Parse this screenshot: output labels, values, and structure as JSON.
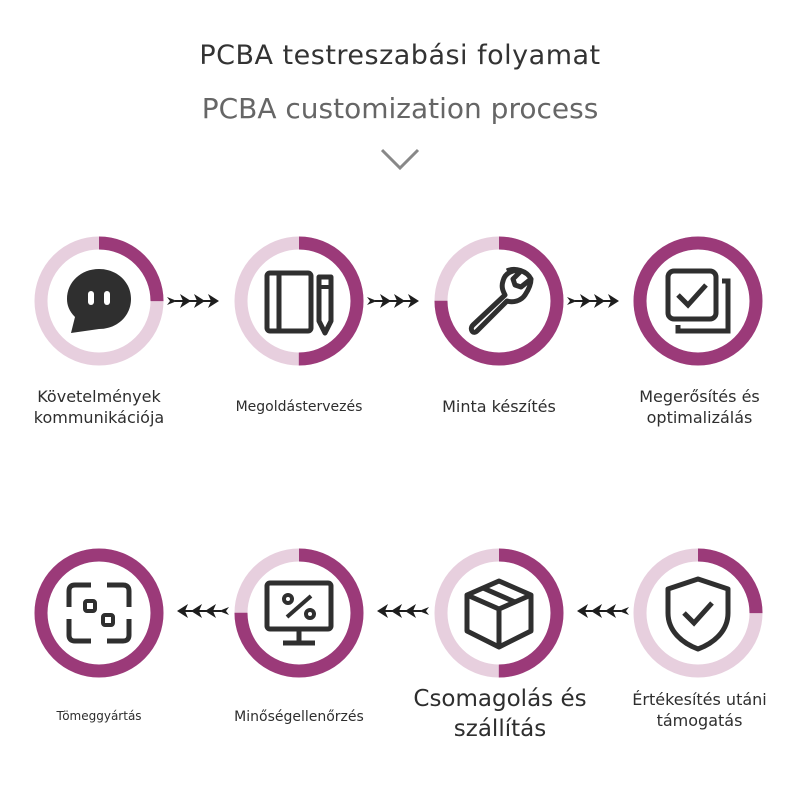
{
  "header": {
    "title_hu": "PCBA testreszabási folyamat",
    "title_en": "PCBA customization process",
    "chevron_icon": "chevron-down-icon"
  },
  "colors": {
    "accent": "#9b3a79",
    "accent_light": "#e7cfde",
    "icon": "#2f2f2f"
  },
  "steps": [
    {
      "label": "Követelmények\nkommunikációja",
      "icon": "chat-bubble-icon",
      "progress": 0.25
    },
    {
      "label": "Megoldástervezés",
      "icon": "notebook-pencil-icon",
      "progress": 0.5
    },
    {
      "label": "Minta készítés",
      "icon": "wrench-icon",
      "progress": 0.75
    },
    {
      "label": "Megerősítés és\noptimalizálás",
      "icon": "checkbox-stack-icon",
      "progress": 1.0
    },
    {
      "label": "Értékesítés utáni\ntámogatás",
      "icon": "shield-check-icon",
      "progress": 0.25
    },
    {
      "label": "Csomagolás és\nszállítás",
      "icon": "package-box-icon",
      "progress": 0.5
    },
    {
      "label": "Minőségellenőrzés",
      "icon": "monitor-percent-icon",
      "progress": 0.75
    },
    {
      "label": "Tömeggyártás",
      "icon": "scan-frame-icon",
      "progress": 1.0
    }
  ]
}
